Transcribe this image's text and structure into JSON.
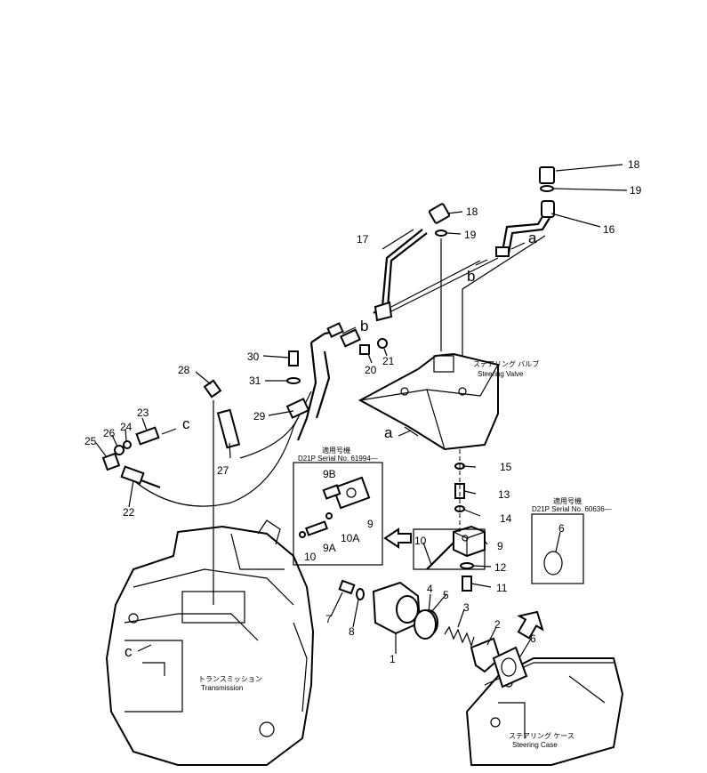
{
  "callouts": {
    "c1": "1",
    "c2": "2",
    "c3": "3",
    "c4": "4",
    "c5": "5",
    "c6a": "6",
    "c6b": "6",
    "c7": "7",
    "c8": "8",
    "c9a": "9",
    "c9b": "9",
    "c9B": "9B",
    "c9A": "9A",
    "c10a": "10",
    "c10b": "10",
    "c10A": "10A",
    "c11": "11",
    "c12": "12",
    "c13": "13",
    "c14": "14",
    "c15": "15",
    "c16": "16",
    "c17": "17",
    "c18a": "18",
    "c18b": "18",
    "c19a": "19",
    "c19b": "19",
    "c20": "20",
    "c21": "21",
    "c22": "22",
    "c23": "23",
    "c24": "24",
    "c25": "25",
    "c26": "26",
    "c27": "27",
    "c28": "28",
    "c29": "29",
    "c30": "30",
    "c31": "31"
  },
  "letters": {
    "a1": "a",
    "a2": "a",
    "b1": "b",
    "b2": "b",
    "c1": "c",
    "c2": "c"
  },
  "labels": {
    "steering_valve_jp": "ステアリング バルブ",
    "steering_valve_en": "Steering Valve",
    "transmission_jp": "トランスミッション",
    "transmission_en": "Transmission",
    "steering_case_jp": "ステアリング ケース",
    "steering_case_en": "Steering Case"
  },
  "serial_boxes": {
    "left_title_jp": "適用号機",
    "left_serial": "D21P  Serial  No. 61994—",
    "right_title_jp": "適用号機",
    "right_serial": "D21P  Serial  No. 60636—"
  }
}
